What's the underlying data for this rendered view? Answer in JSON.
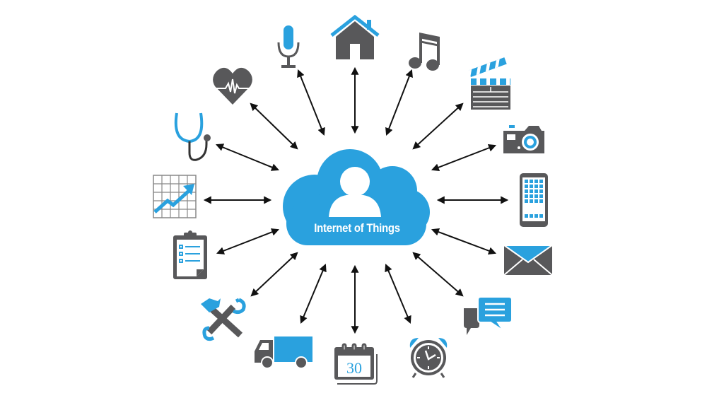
{
  "diagram": {
    "title": "Internet of Things",
    "hub": {
      "label": "Internet of Things",
      "icon": "user-cloud-icon",
      "color": "#2aa1de"
    },
    "colors": {
      "accent_blue": "#2aa1de",
      "icon_gray": "#58585a",
      "arrow": "#111111",
      "background": "#ffffff"
    },
    "nodes": [
      {
        "id": "heart-monitor",
        "icon": "heart-rate-icon"
      },
      {
        "id": "microphone",
        "icon": "microphone-icon"
      },
      {
        "id": "home",
        "icon": "house-icon"
      },
      {
        "id": "music",
        "icon": "music-note-icon"
      },
      {
        "id": "video",
        "icon": "clapperboard-icon"
      },
      {
        "id": "camera",
        "icon": "camera-icon"
      },
      {
        "id": "smartphone",
        "icon": "smartphone-icon"
      },
      {
        "id": "email",
        "icon": "envelope-icon"
      },
      {
        "id": "chat",
        "icon": "chat-bubbles-icon"
      },
      {
        "id": "alarm-clock",
        "icon": "alarm-clock-icon"
      },
      {
        "id": "calendar",
        "icon": "calendar-icon",
        "text": "30"
      },
      {
        "id": "delivery-truck",
        "icon": "truck-icon"
      },
      {
        "id": "tools",
        "icon": "hammer-wrench-icon"
      },
      {
        "id": "checklist",
        "icon": "clipboard-icon"
      },
      {
        "id": "growth-chart",
        "icon": "chart-icon"
      },
      {
        "id": "stethoscope",
        "icon": "stethoscope-icon"
      }
    ],
    "connections": "bidirectional arrows between hub and each of 16 nodes"
  }
}
